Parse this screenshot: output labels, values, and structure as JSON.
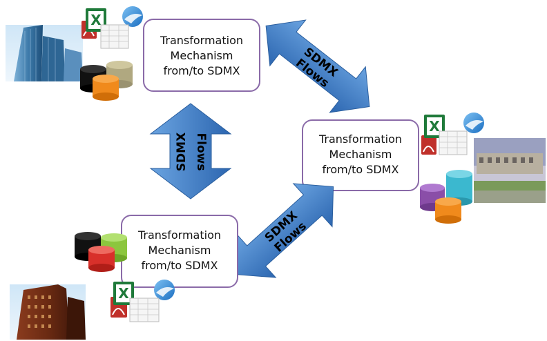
{
  "transform_boxes": {
    "top": {
      "line1": "Transformation",
      "line2": "Mechanism",
      "line3": "from/to SDMX"
    },
    "right": {
      "line1": "Transformation",
      "line2": "Mechanism",
      "line3": "from/to SDMX"
    },
    "bottom": {
      "line1": "Transformation",
      "line2": "Mechanism",
      "line3": "from/to SDMX"
    }
  },
  "arrows": {
    "top_right": {
      "label1": "SDMX",
      "label2": "Flows"
    },
    "left": {
      "label1": "SDMX",
      "label2": "Flows"
    },
    "bottom_right": {
      "label1": "SDMX",
      "label2": "Flows"
    }
  },
  "icons": {
    "excel_letter": "X"
  },
  "colors": {
    "box_border": "#8a6aa8",
    "arrow_fill": "#3f7fc8",
    "arrow_dark": "#2a5e9e",
    "excel_green": "#1f7a3a",
    "pdf_red": "#c0302a"
  }
}
